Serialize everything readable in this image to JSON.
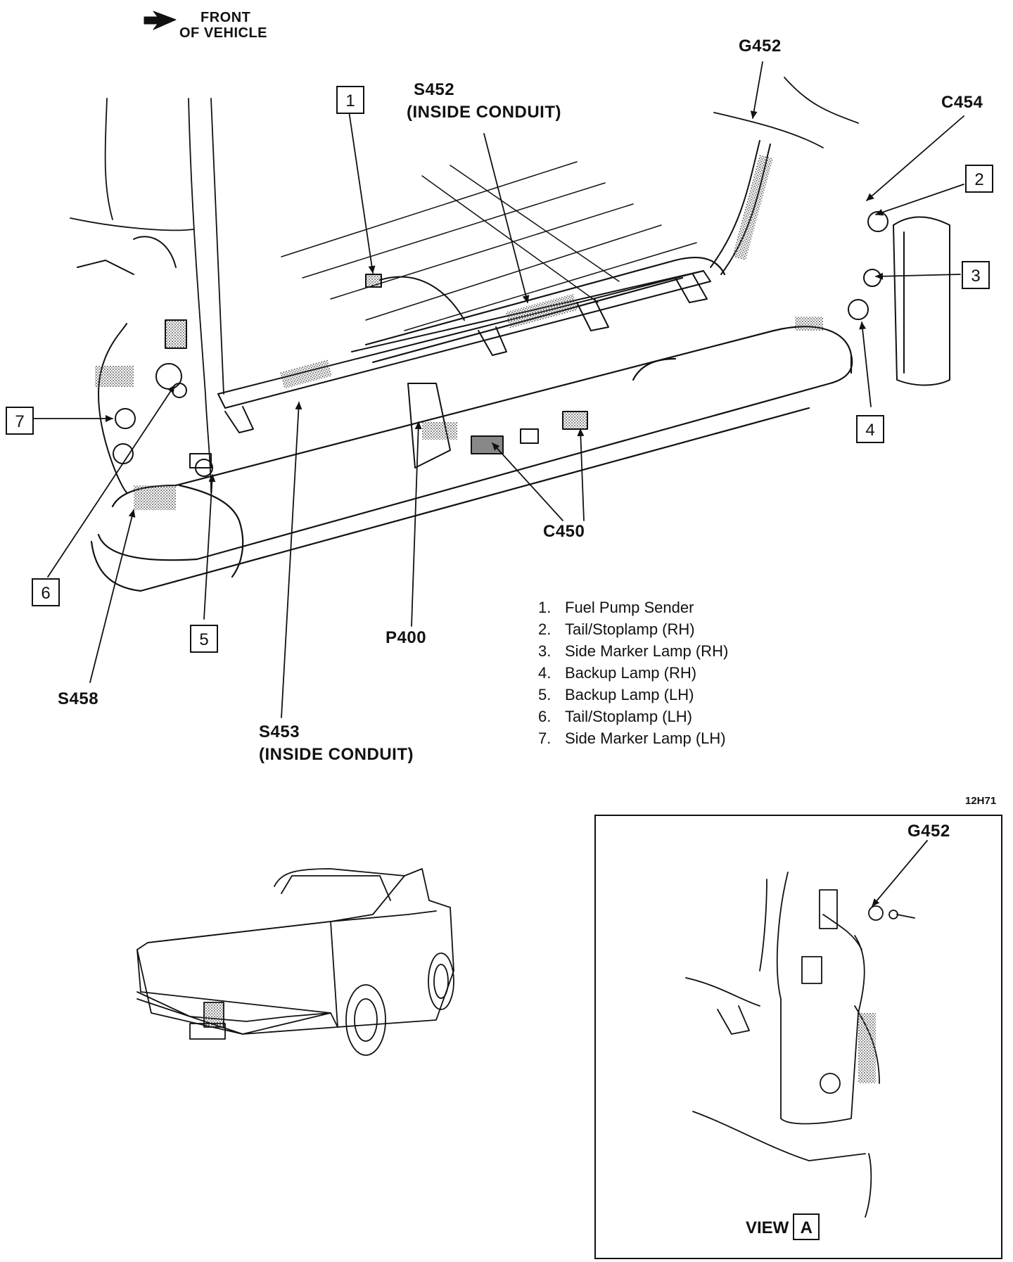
{
  "orientation": {
    "front_line1": "FRONT",
    "front_line2": "OF VEHICLE"
  },
  "labels": {
    "s452_line1": "S452",
    "s452_line2": "(INSIDE CONDUIT)",
    "g452": "G452",
    "c454": "C454",
    "c450": "C450",
    "p400": "P400",
    "s458": "S458",
    "s453_line1": "S453",
    "s453_line2": "(INSIDE CONDUIT)"
  },
  "callouts": [
    "1",
    "2",
    "3",
    "4",
    "5",
    "6",
    "7"
  ],
  "legend": [
    {
      "num": "1.",
      "text": "Fuel Pump Sender"
    },
    {
      "num": "2.",
      "text": "Tail/Stoplamp (RH)"
    },
    {
      "num": "3.",
      "text": "Side Marker Lamp (RH)"
    },
    {
      "num": "4.",
      "text": "Backup Lamp (RH)"
    },
    {
      "num": "5.",
      "text": "Backup Lamp (LH)"
    },
    {
      "num": "6.",
      "text": "Tail/Stoplamp (LH)"
    },
    {
      "num": "7.",
      "text": "Side Marker Lamp (LH)"
    }
  ],
  "figure_code": "12H71",
  "inset": {
    "g452": "G452",
    "view_word": "VIEW",
    "view_letter": "A"
  }
}
